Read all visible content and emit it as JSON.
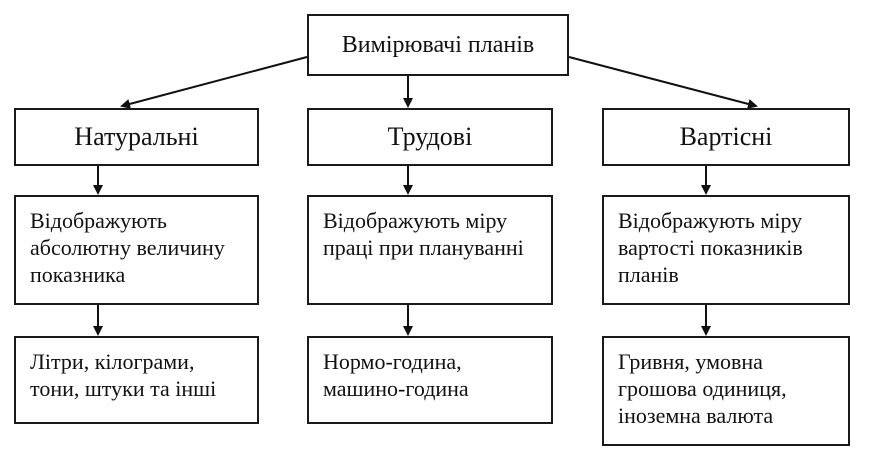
{
  "diagram": {
    "root": "Вимірювачі планів",
    "categories": [
      {
        "title": "Натуральні",
        "description": "Відображують абсолютну величину показника",
        "examples": "Літри, кілограми, тони, штуки та інші"
      },
      {
        "title": "Трудові",
        "description": "Відображують міру праці при плануванні",
        "examples": "Нормо-година, машино-година"
      },
      {
        "title": "Вартісні",
        "description": "Відображують міру вартості показників планів",
        "examples": "Гривня, умовна грошова одиниця, іноземна валюта"
      }
    ]
  }
}
